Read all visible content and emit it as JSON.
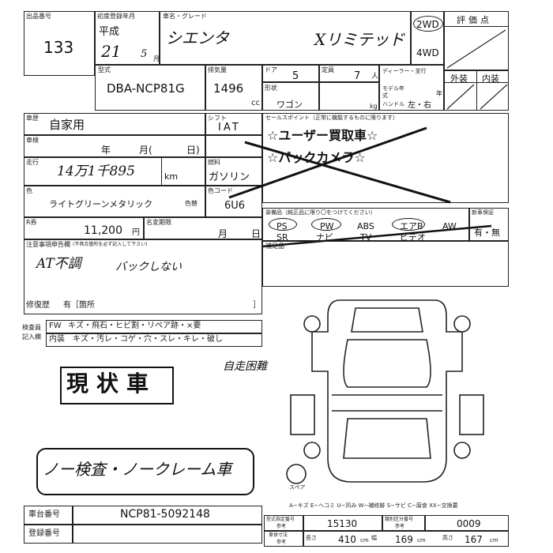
{
  "sheet": {
    "lot_no_label": "出品番号",
    "lot_no": "133",
    "first_reg_label": "初度登録年月",
    "era": "平成",
    "reg_year": "21",
    "reg_month": "5",
    "month_unit": "月",
    "model_grade_label": "車名・グレード",
    "car_name": "シエンタ",
    "grade": "Xリミテッド",
    "drive_2wd": "2WD",
    "drive_4wd": "4WD",
    "rating_label": "評価点",
    "type_label": "型式",
    "model_code": "DBA-NCP81G",
    "displacement_label": "排気量",
    "displacement": "1496",
    "cc": "cc",
    "doors_label": "ドア",
    "doors": "5",
    "seats_label": "定員",
    "seats": "7",
    "seats_unit": "人",
    "body_label": "形状",
    "body": "ワゴン",
    "dealer_label": "ディーラー・並行",
    "model_year_label": "モデル年式",
    "year_unit": "年",
    "weight_unit": "kg",
    "handle_label": "ハンドル",
    "handle": "左・右",
    "exterior_label": "外装",
    "interior_label": "内装",
    "history_label": "車歴",
    "history": "自家用",
    "shift_label": "シフト",
    "shift": "IAT",
    "sales_label": "セールスポイント（正常に機能するものに限ります）",
    "sales1": "☆ユーザー買取車☆",
    "sales2": "☆バックカメラ☆",
    "inspection_label": "車検",
    "inspection_year": "年",
    "inspection_month": "月(",
    "inspection_day": "日)",
    "fuel_label": "燃料",
    "fuel": "ガソリン",
    "mileage_label": "走行",
    "mileage": "14万1千895",
    "km": "km",
    "color_label": "色",
    "color": "ライトグリーンメタリック",
    "color_change": "色替",
    "color_code_label": "色コード",
    "color_code": "6U6",
    "recycle_label": "R券",
    "recycle": "11,200",
    "yen": "円",
    "name_change_label": "名変期限",
    "nc_month": "月",
    "nc_day": "日",
    "equip_label": "装備品（純正品に限り〇をつけてください）",
    "new_car_warranty_label": "新車保証",
    "warranty": "有・無",
    "eq_ps": "PS",
    "eq_pw": "PW",
    "eq_abs": "ABS",
    "eq_tvr": "エアB",
    "eq_aw": "AW",
    "eq_sr": "SR",
    "eq_navi": "ナビ",
    "eq_tv": "TV",
    "eq_video": "ビデオ",
    "notes_label": "注意事項申告欄",
    "notes_sub": "(不具合箇所を必ず記入して下さい)",
    "note1": "AT不調",
    "note2": "バックしない",
    "repair_label": "修復歴",
    "repair_value": "有［箇所",
    "repair_close": "］",
    "accessory_label": "補足品",
    "insp_label1": "検査員",
    "insp_label2": "記入欄",
    "fw_label": "FW",
    "fw_text": "キズ・飛石・ヒビ割・リペア跡・×要",
    "int_label": "内装",
    "int_text": "キズ・汚レ・コゲ・穴・スレ・キレ・破し",
    "stamp1": "現状車",
    "handwritten_right": "自走困難",
    "stamp2": "ノー検査・ノークレーム車",
    "legend": "A−キズ  E−ヘコミ  U−凹み  W−補修跡  S−サビ  C−腐食  XX−交換要",
    "spare": "スペア",
    "chassis_label": "車台番号",
    "chassis": "NCP81-5092148",
    "plate_label": "登録番号",
    "spec_label1": "型式指定番号",
    "spec_label1b": "参考",
    "spec_no": "15130",
    "class_label": "類別区分番号",
    "class_label_b": "参考",
    "class_no": "0009",
    "dims_label": "車体寸法",
    "dims_label_b": "参考",
    "length_label": "長さ",
    "length": "410",
    "width_label": "幅",
    "width": "169",
    "height_label": "高さ",
    "height": "167",
    "cm": "cm"
  },
  "colors": {
    "ink": "#111111",
    "paper": "#ffffff"
  }
}
